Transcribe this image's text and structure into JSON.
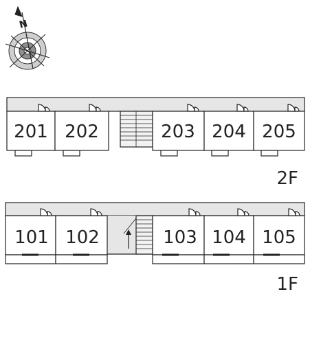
{
  "compass": {
    "label": "N"
  },
  "floors": [
    {
      "label": "2F",
      "units": [
        "201",
        "202",
        "203",
        "204",
        "205"
      ]
    },
    {
      "label": "1F",
      "units": [
        "101",
        "102",
        "103",
        "104",
        "105"
      ]
    }
  ],
  "colors": {
    "line": "#222222",
    "corridor": "#e6e6e6",
    "stair": "#f2f2f2",
    "white": "#ffffff"
  }
}
